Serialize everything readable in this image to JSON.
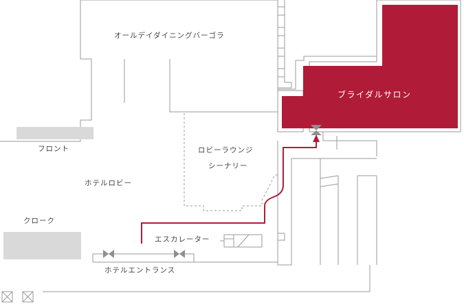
{
  "rooms": {
    "all_day_dining": "オールデイダイニングバーゴラ",
    "bridal_salon": "ブライダルサロン",
    "front": "フロント",
    "hotel_lobby": "ホテルロビー",
    "lobby_lounge_line1": "ロビーラウンジ",
    "lobby_lounge_line2": "シーナリー",
    "cloak": "クローク",
    "escalator": "エスカレーター",
    "hotel_entrance": "ホテルエントランス"
  },
  "colors": {
    "highlight": "#b01c38",
    "route": "#b01c38",
    "wall": "#9a9a9a",
    "counter": "#d9d9d9",
    "door_marker": "#8f8f8f",
    "label_text": "#444444",
    "highlight_text": "#ffffff"
  },
  "icons": {
    "route_arrow": "arrow-up-icon",
    "door": "bowtie-door-icon",
    "box": "crossed-box-icon"
  }
}
